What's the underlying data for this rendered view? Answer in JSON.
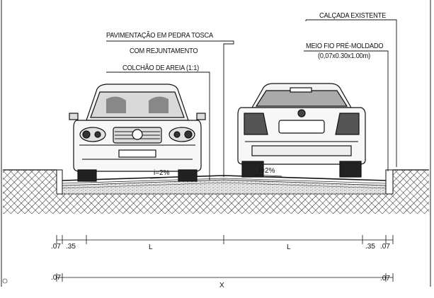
{
  "labels": {
    "existing_sidewalk": "CALÇADA EXISTENTE",
    "paving_line1": "PAVIMENTAÇÃO EM PEDRA TOSCA",
    "paving_line2": "COM REJUNTAMENTO",
    "sand_bed": "COLCHÃO DE AREIA (1:1)",
    "curb_line1": "MEIO FIO PRÉ-MOLDADO",
    "curb_line2": "(0,07x0.30x1.00m)"
  },
  "slopes": {
    "left": "i=2%",
    "right": "i=2%"
  },
  "dimensions": {
    "row1": {
      "left_edge": ".07",
      "left_side": ".35",
      "lane_left": "L",
      "lane_right": "L",
      "right_side": ".35",
      "right_edge": ".07"
    },
    "row2": {
      "left_edge": ".07",
      "total": "X",
      "right_edge": ".07"
    }
  },
  "colors": {
    "ink": "#111111",
    "hatch": "#222222",
    "background": "#ffffff"
  }
}
